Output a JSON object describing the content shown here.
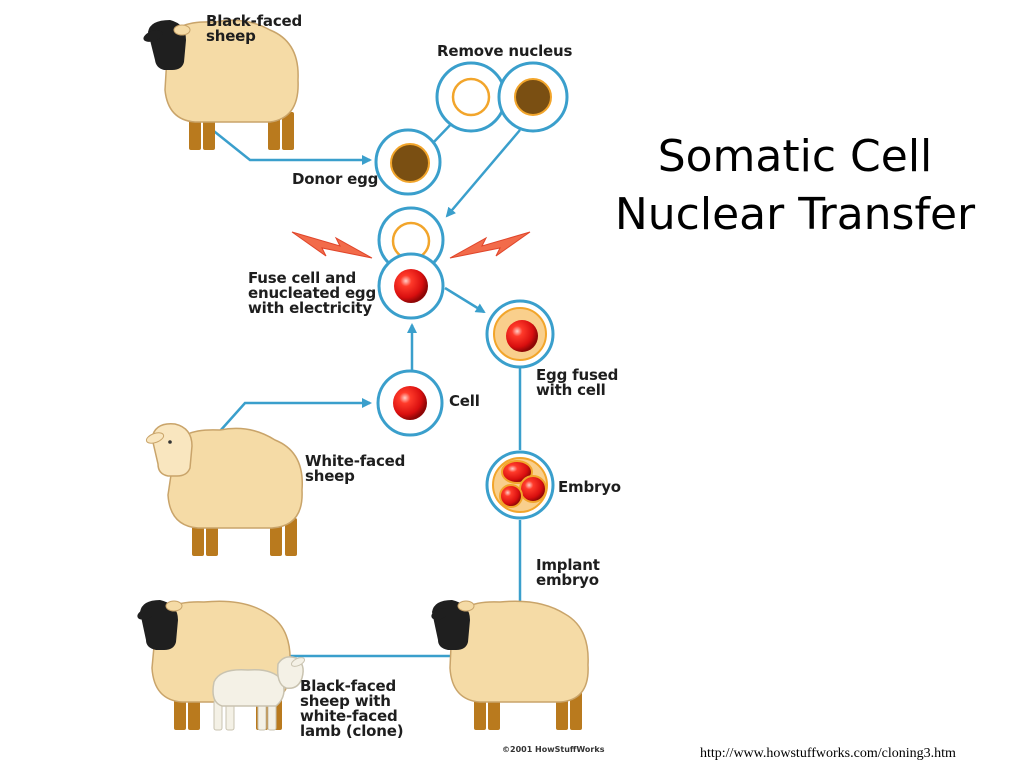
{
  "title": "Somatic Cell\nNuclear Transfer",
  "labels": {
    "black_faced_sheep": "Black-faced\nsheep",
    "remove_nucleus": "Remove nucleus",
    "donor_egg": "Donor egg",
    "fuse": "Fuse cell and\nenucleated egg\nwith electricity",
    "egg_fused": "Egg fused\nwith cell",
    "cell": "Cell",
    "white_faced_sheep": "White-faced\nsheep",
    "embryo": "Embryo",
    "implant": "Implant\nembryo",
    "clone": "Black-faced\nsheep with\nwhite-faced\nlamb (clone)"
  },
  "copyright": "©2001 HowStuffWorks",
  "source_url": "http://www.howstuffworks.com/cloning3.htm",
  "colors": {
    "arrow": "#3a9fcc",
    "wool": "#f5dba6",
    "face_black": "#1f1f1f",
    "legs": "#b97a1e",
    "nucleus_brown": "#7a4f12",
    "cell_red": "#e81b1b",
    "bolt": "#f26b4a",
    "yolk": "#f9cf8c",
    "lamb": "#f4f1e6"
  }
}
